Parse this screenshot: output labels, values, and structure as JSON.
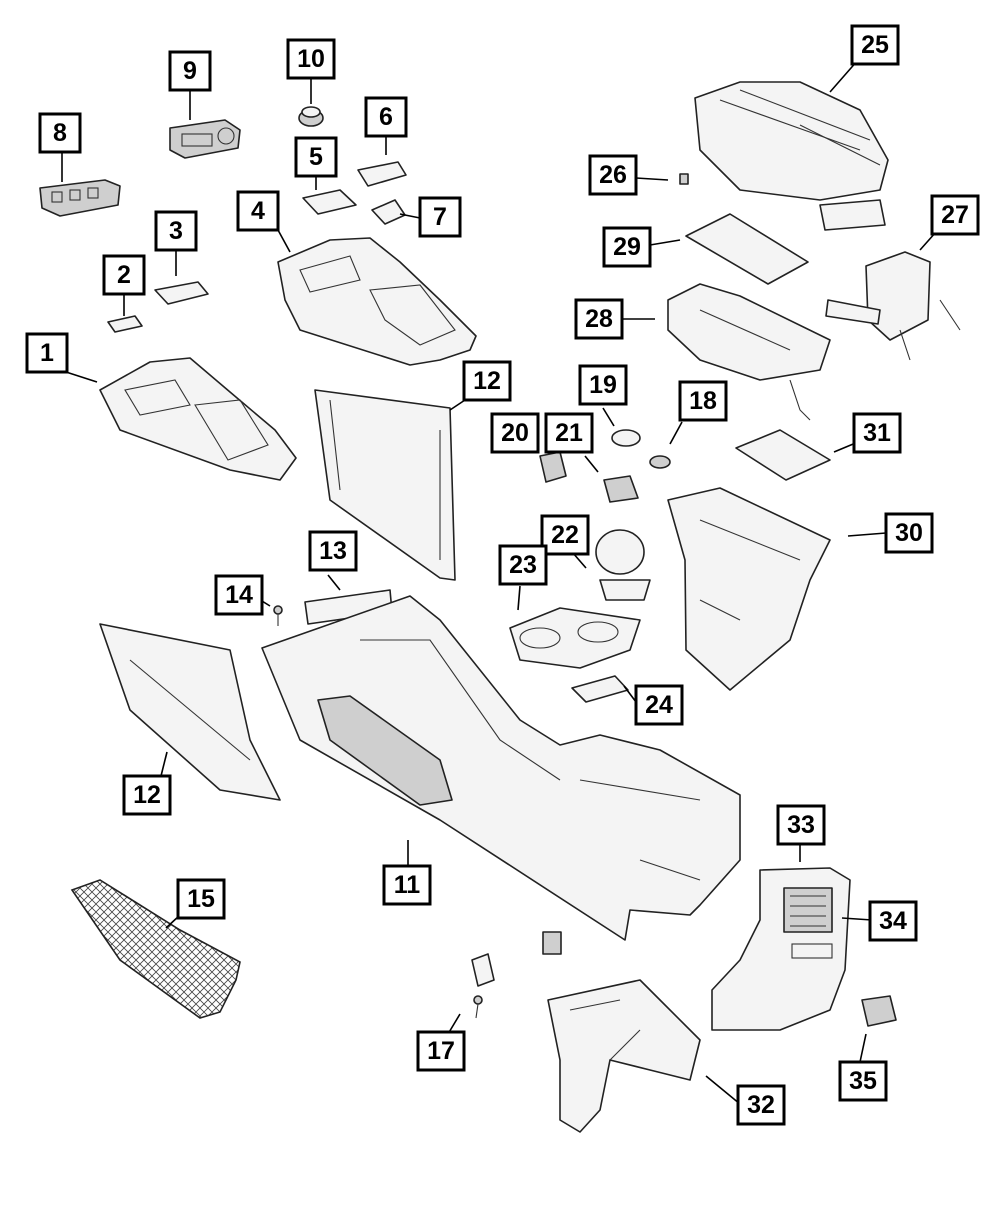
{
  "callouts": [
    {
      "id": "1",
      "label": "1"
    },
    {
      "id": "2",
      "label": "2"
    },
    {
      "id": "3",
      "label": "3"
    },
    {
      "id": "4",
      "label": "4"
    },
    {
      "id": "5",
      "label": "5"
    },
    {
      "id": "6",
      "label": "6"
    },
    {
      "id": "7",
      "label": "7"
    },
    {
      "id": "8",
      "label": "8"
    },
    {
      "id": "9",
      "label": "9"
    },
    {
      "id": "10",
      "label": "10"
    },
    {
      "id": "11",
      "label": "11"
    },
    {
      "id": "12a",
      "label": "12"
    },
    {
      "id": "12b",
      "label": "12"
    },
    {
      "id": "13",
      "label": "13"
    },
    {
      "id": "14",
      "label": "14"
    },
    {
      "id": "15",
      "label": "15"
    },
    {
      "id": "17",
      "label": "17"
    },
    {
      "id": "18",
      "label": "18"
    },
    {
      "id": "19",
      "label": "19"
    },
    {
      "id": "20",
      "label": "20"
    },
    {
      "id": "21",
      "label": "21"
    },
    {
      "id": "22",
      "label": "22"
    },
    {
      "id": "23",
      "label": "23"
    },
    {
      "id": "24",
      "label": "24"
    },
    {
      "id": "25",
      "label": "25"
    },
    {
      "id": "26",
      "label": "26"
    },
    {
      "id": "27",
      "label": "27"
    },
    {
      "id": "28",
      "label": "28"
    },
    {
      "id": "29",
      "label": "29"
    },
    {
      "id": "30",
      "label": "30"
    },
    {
      "id": "31",
      "label": "31"
    },
    {
      "id": "32",
      "label": "32"
    },
    {
      "id": "33",
      "label": "33"
    },
    {
      "id": "34",
      "label": "34"
    },
    {
      "id": "35",
      "label": "35"
    }
  ]
}
